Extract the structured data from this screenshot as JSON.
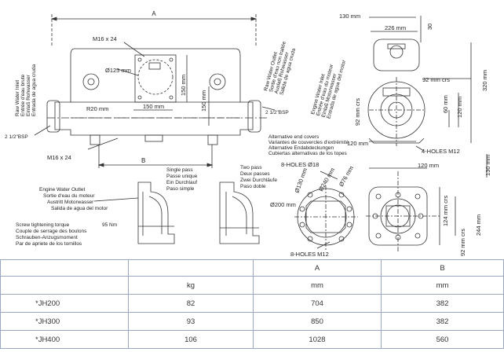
{
  "top_view": {
    "dim_A": "A",
    "dim_B": "B",
    "m16_top": "M16 x 24",
    "m16_bottom": "M16 x 24",
    "dia125": "Ø125 mm",
    "r20": "R20 mm",
    "dim150_h": "150 mm",
    "dim150_v1": "150 mm",
    "dim150_v2": "150 mm",
    "bsp_left": "2 1/2\"BSP",
    "bsp_right": "2 1/2\"BSP",
    "raw_water_inlet": [
      "Raw Water Inlet",
      "Entrée d'eau brute",
      "Einlaß Rohwasser",
      "Entrada de agua cruda"
    ],
    "raw_water_outlet": [
      "Raw Water Outlet",
      "Sortie d'eau non traitée",
      "Auslaß Rohwasser",
      "Salida de agua cruda"
    ],
    "engine_water_inlet": [
      "Engine Water Inlet",
      "Entrée d'eau du moteur",
      "Einlaß Motorwasser",
      "Entrada de agua del motor"
    ]
  },
  "side_view": {
    "dim130": "130 mm",
    "dim226": "226 mm",
    "dim30": "30",
    "dim92_crs": "92 mm crs",
    "dim92_crs_v": "92 mm crs",
    "dim60": "60 mm",
    "dim120_v": "120 mm",
    "dim320": "320 mm",
    "dim120_h": "120 mm",
    "holes_m12": "4-HOLES M12"
  },
  "end_covers": {
    "title": [
      "Alternative end covers",
      "Variantes de couvercles d'extrémité",
      "Alternative Endabdeckungen",
      "Cubiertas alternativas de los topes"
    ],
    "single_pass": [
      "Single pass",
      "Passe unique",
      "Ein Durchlauf",
      "Paso simple"
    ],
    "two_pass": [
      "Two pass",
      "Deux passes",
      "Zwei Durchläufe",
      "Paso doble"
    ],
    "engine_water_outlet": [
      "Engine Water Outlet",
      "Sortie d'eau du moteur",
      "Austritt Motorwasser",
      "Salida de agua del motor"
    ],
    "torque": [
      "Screw tightening torque",
      "Couple de serrage des boulons",
      "Schrauben-Anzugsmoment",
      "Par de apriete de los tornillos"
    ],
    "torque_value": "95 Nm"
  },
  "flange_views": {
    "holes18": "8-HOLES Ø18",
    "dia130": "Ø130 mm",
    "dia240": "Ø240 mm",
    "dia76": "Ø76 mm",
    "dia200": "Ø200 mm",
    "holes_m12": "8-HOLES M12",
    "dim120": "120 mm",
    "dim130": "130 mm",
    "dim124_crs": "124 mm crs",
    "dim244": "244 mm",
    "dim92_crs": "92 mm crs"
  },
  "table": {
    "headers": [
      "",
      "",
      "A",
      "B"
    ],
    "units": [
      "",
      "kg",
      "mm",
      "mm"
    ],
    "rows": [
      {
        "model": "*JH200",
        "kg": "82",
        "A": "704",
        "B": "382"
      },
      {
        "model": "*JH300",
        "kg": "93",
        "A": "850",
        "B": "382"
      },
      {
        "model": "*JH400",
        "kg": "106",
        "A": "1028",
        "B": "560"
      }
    ]
  }
}
